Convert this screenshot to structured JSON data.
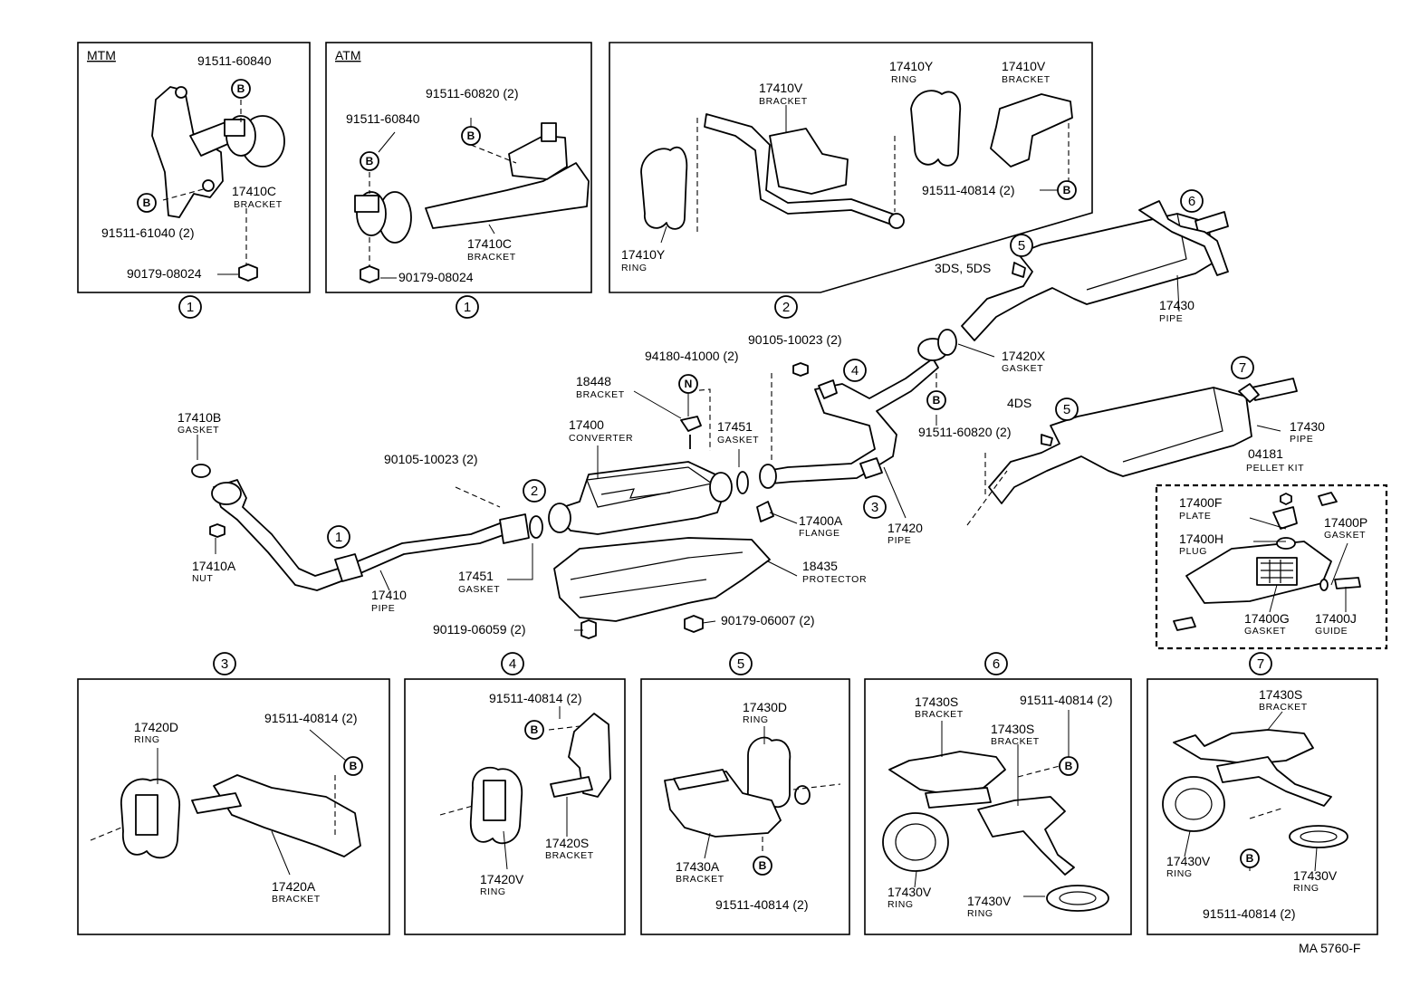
{
  "figure_code": "MA 5760-F",
  "boxes": {
    "mtm": "MTM",
    "atm": "ATM",
    "variant_a": "3DS, 5DS",
    "variant_b": "4DS"
  },
  "callouts": [
    "1",
    "2",
    "3",
    "4",
    "5",
    "6",
    "7"
  ],
  "markers": {
    "b": "B",
    "n": "N"
  },
  "parts": {
    "p91511_60840": "91511-60840",
    "p91511_61040": "91511-61040 (2)",
    "p17410C": "17410C",
    "p90179_08024": "90179-08024",
    "p91511_60820_2": "91511-60820 (2)",
    "p17410V": "17410V",
    "p17410Y": "17410Y",
    "p91511_40814_2": "91511-40814 (2)",
    "p17430": "17430",
    "p17420X": "17420X",
    "p90105_10023_2": "90105-10023 (2)",
    "p94180_41000_2": "94180-41000 (2)",
    "p18448": "18448",
    "p17400": "17400",
    "p17451": "17451",
    "p91511_60820_2b": "91511-60820 (2)",
    "p04181": "04181",
    "p17410B": "17410B",
    "p17410A": "17410A",
    "p17410": "17410",
    "p17400A": "17400A",
    "p17420": "17420",
    "p18435": "18435",
    "p90119_06059": "90119-06059 (2)",
    "p90179_06007": "90179-06007 (2)",
    "p17400F": "17400F",
    "p17400H": "17400H",
    "p17400P": "17400P",
    "p17400G": "17400G",
    "p17400J": "17400J",
    "p17420D": "17420D",
    "p17420A": "17420A",
    "p17420V": "17420V",
    "p17420S": "17420S",
    "p17430D": "17430D",
    "p17430A": "17430A",
    "p17430S": "17430S",
    "p17430V": "17430V"
  },
  "names": {
    "bracket": "BRACKET",
    "ring": "RING",
    "pipe": "PIPE",
    "gasket": "GASKET",
    "converter": "CONVERTER",
    "pellet_kit": "PELLET KIT",
    "nut": "NUT",
    "flange": "FLANGE",
    "protector": "PROTECTOR",
    "plate": "PLATE",
    "plug": "PLUG",
    "guide": "GUIDE"
  }
}
